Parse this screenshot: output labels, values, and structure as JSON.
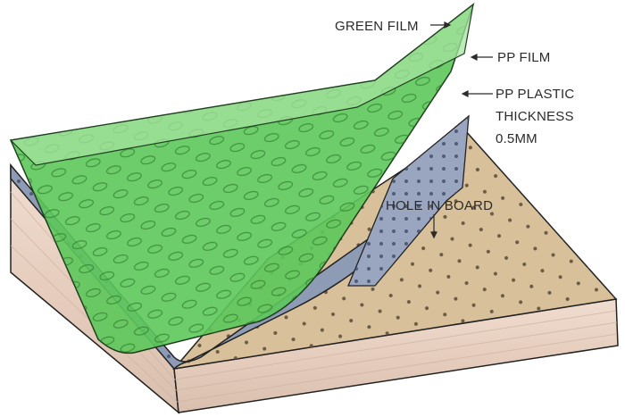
{
  "diagram": {
    "type": "exploded-layer-illustration",
    "subject": "PP plastic faced plywood board",
    "labels": [
      {
        "id": "green_film",
        "text": "GREEN FILM"
      },
      {
        "id": "pp_film",
        "text": "PP FILM"
      },
      {
        "id": "pp_plastic_line1",
        "text": "PP PLASTIC"
      },
      {
        "id": "pp_plastic_line2",
        "text": "THICKNESS"
      },
      {
        "id": "pp_plastic_line3",
        "text": "0.5MM"
      },
      {
        "id": "hole_in_board",
        "text": "HOLE IN BOARD"
      }
    ],
    "layers": [
      "Green film",
      "PP film",
      "PP plastic 0.5mm",
      "Plywood board with holes"
    ],
    "colors": {
      "green_film": "#5cc85a",
      "green_film_light": "#a6e3a0",
      "pp_plastic": "#8e9bb5",
      "board_top": "#d8c19a",
      "board_edge": "#ecd7c9",
      "outline": "#222222",
      "text": "#2b2b2b"
    }
  }
}
